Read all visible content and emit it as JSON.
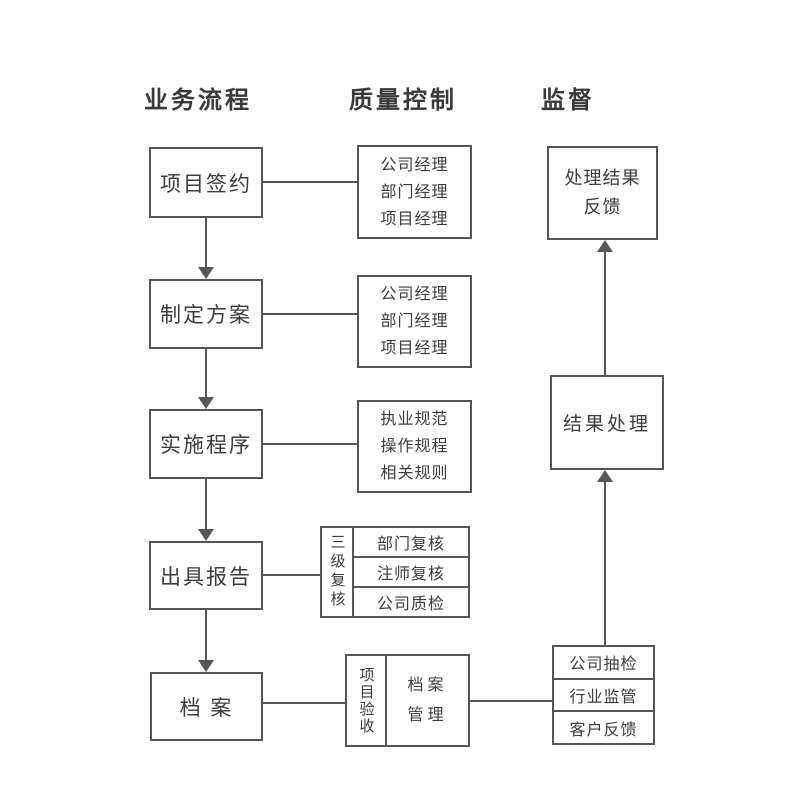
{
  "headers": {
    "process": "业务流程",
    "quality": "质量控制",
    "supervision": "监督"
  },
  "process": {
    "step1": "项目签约",
    "step2": "制定方案",
    "step3": "实施程序",
    "step4": "出具报告",
    "step5": "档 案"
  },
  "quality": {
    "managers1": {
      "l1": "公司经理",
      "l2": "部门经理",
      "l3": "项目经理"
    },
    "managers2": {
      "l1": "公司经理",
      "l2": "部门经理",
      "l3": "项目经理"
    },
    "rules": {
      "l1": "执业规范",
      "l2": "操作规程",
      "l3": "相关规则"
    },
    "review": {
      "side": "三级复核",
      "r1": "部门复核",
      "r2": "注师复核",
      "r3": "公司质检"
    },
    "archive": {
      "side": "项目验收",
      "l1": "档案",
      "l2": "管理"
    }
  },
  "supervision": {
    "feedback": {
      "l1": "处理结果",
      "l2": "反馈"
    },
    "result": "结果处理",
    "checks": {
      "r1": "公司抽检",
      "r2": "行业监管",
      "r3": "客户反馈"
    }
  },
  "colors": {
    "line": "#55565a",
    "text": "#3d3d3f",
    "background": "#ffffff"
  }
}
